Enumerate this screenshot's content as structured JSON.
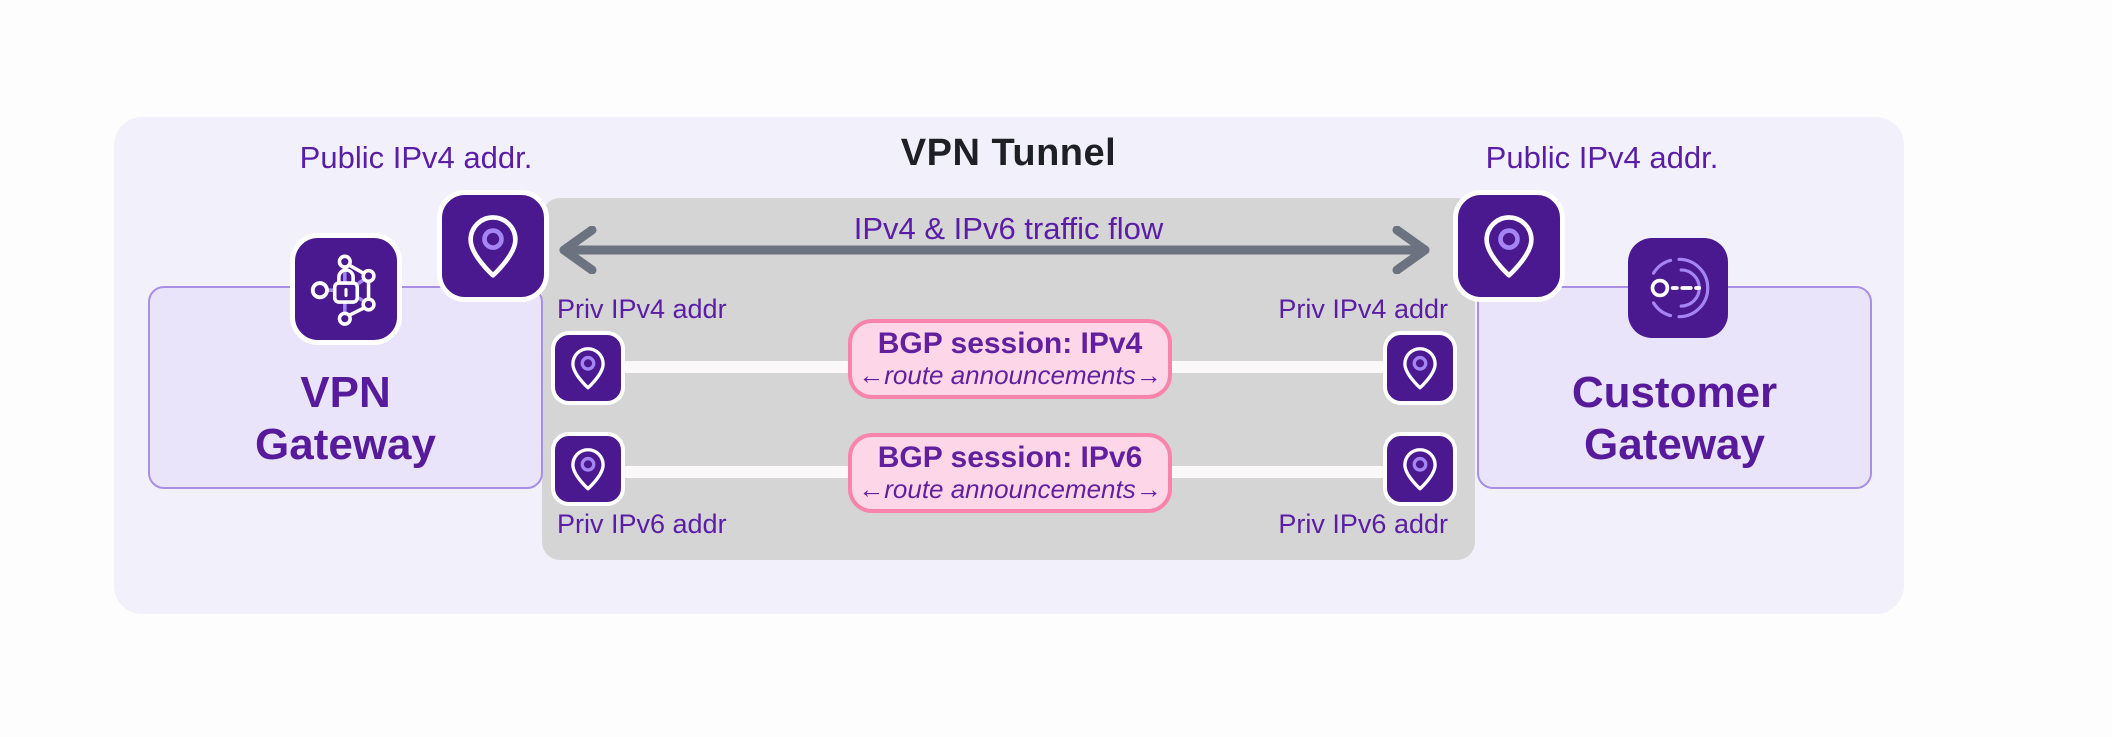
{
  "colors": {
    "page_bg": "#fdfdfd",
    "canvas_bg": "#f2f1fb",
    "tunnel_bg": "#d5d5d5",
    "deep_purple": "#4a188f",
    "icon_accent": "#a585f2",
    "purple_text": "#5a1da5",
    "gateway_text": "#561a9b",
    "gateway_box_fill": "#eae4fa",
    "gateway_box_border": "#a98fe3",
    "tunnel_title_text": "#1e2026",
    "arrow_gray": "#6b7280",
    "bgp_fill": "#fdd7e7",
    "bgp_border": "#f884ab",
    "bgp_text": "#62209f",
    "connector_line": "#faf8f8"
  },
  "vpn_gateway": {
    "label": "VPN Gateway",
    "public_address_label": "Public IPv4 addr.",
    "icon": "network-lock-icon"
  },
  "customer_gateway": {
    "label": "Customer Gateway",
    "public_address_label": "Public IPv4 addr.",
    "icon": "gateway-arcs-icon"
  },
  "tunnel": {
    "title": "VPN Tunnel",
    "traffic_flow_label": "IPv4 & IPv6 traffic flow",
    "traffic_icon": "double-arrow-icon",
    "address_icon": "location-pin-icon",
    "left": {
      "priv_ipv4_label": "Priv IPv4 addr",
      "priv_ipv6_label": "Priv IPv6 addr"
    },
    "right": {
      "priv_ipv4_label": "Priv IPv4 addr",
      "priv_ipv6_label": "Priv IPv6 addr"
    },
    "bgp_sessions": [
      {
        "title": "BGP session: IPv4",
        "subtitle": "←route announcements→"
      },
      {
        "title": "BGP session: IPv6",
        "subtitle": "←route announcements→"
      }
    ]
  }
}
